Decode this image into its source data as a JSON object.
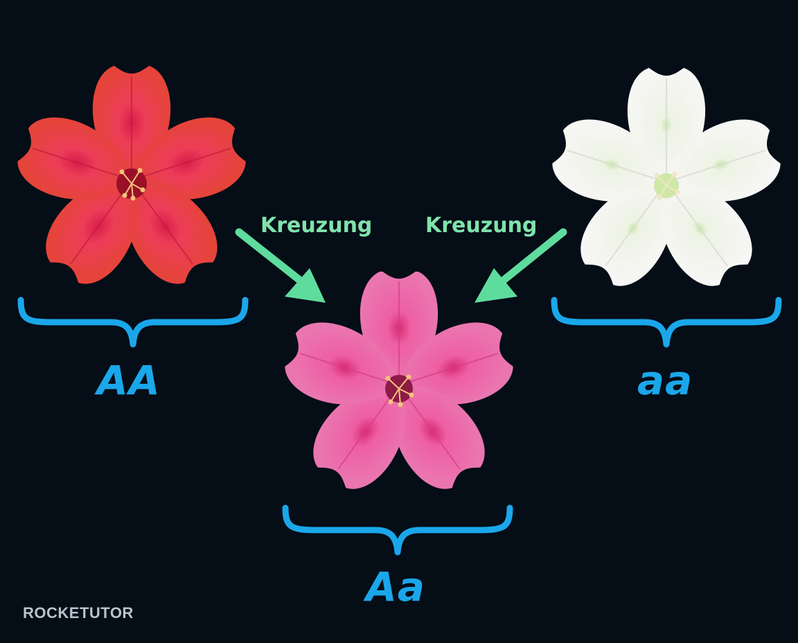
{
  "colors": {
    "background": "#050d17",
    "brace": "#1aa7ea",
    "genotype_text": "#1aa7ea",
    "arrow": "#5edc9d",
    "cross_text": "#7fe3ab",
    "red_flower": "#e23a3a",
    "pink_flower": "#e868a8",
    "white_flower": "#f4f4f2",
    "logo": "#b9c3cc"
  },
  "parents": {
    "left": {
      "genotype": "AA",
      "flower_icon": "red-flower-icon"
    },
    "right": {
      "genotype": "aa",
      "flower_icon": "white-flower-icon"
    }
  },
  "offspring": {
    "genotype": "Aa",
    "flower_icon": "pink-flower-icon"
  },
  "cross": {
    "left_label": "Kreuzung",
    "right_label": "Kreuzung"
  },
  "logo": {
    "text": "ROCKETUTOR"
  }
}
